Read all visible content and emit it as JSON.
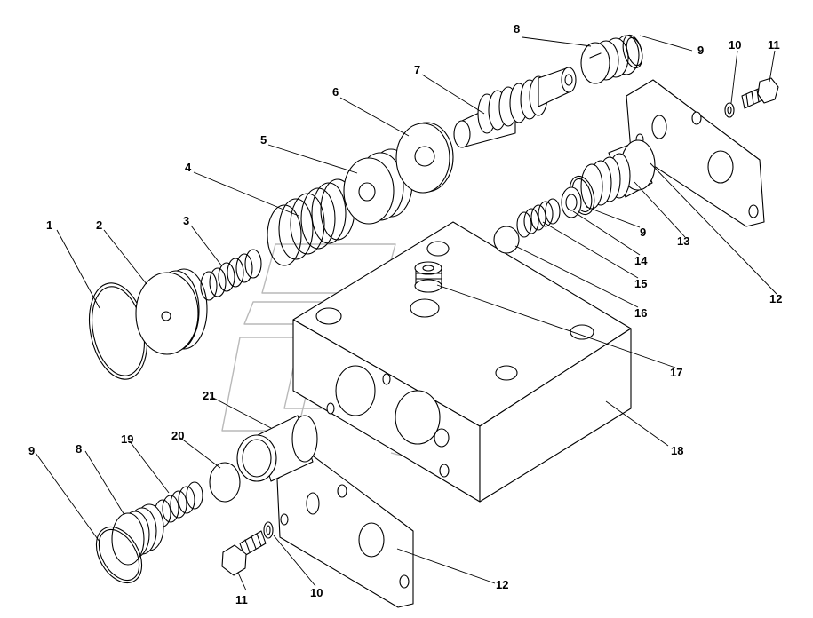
{
  "callouts": [
    {
      "id": "c1",
      "text": "1"
    },
    {
      "id": "c2",
      "text": "2"
    },
    {
      "id": "c3",
      "text": "3"
    },
    {
      "id": "c4",
      "text": "4"
    },
    {
      "id": "c5",
      "text": "5"
    },
    {
      "id": "c6",
      "text": "6"
    },
    {
      "id": "c7",
      "text": "7"
    },
    {
      "id": "c8a",
      "text": "8"
    },
    {
      "id": "c9a",
      "text": "9"
    },
    {
      "id": "c10a",
      "text": "10"
    },
    {
      "id": "c11a",
      "text": "11"
    },
    {
      "id": "c9b",
      "text": "9"
    },
    {
      "id": "c13",
      "text": "13"
    },
    {
      "id": "c12a",
      "text": "12"
    },
    {
      "id": "c14",
      "text": "14"
    },
    {
      "id": "c15",
      "text": "15"
    },
    {
      "id": "c16",
      "text": "16"
    },
    {
      "id": "c17",
      "text": "17"
    },
    {
      "id": "c18",
      "text": "18"
    },
    {
      "id": "c21",
      "text": "21"
    },
    {
      "id": "c20",
      "text": "20"
    },
    {
      "id": "c19",
      "text": "19"
    },
    {
      "id": "c8b",
      "text": "8"
    },
    {
      "id": "c9c",
      "text": "9"
    },
    {
      "id": "c11b",
      "text": "11"
    },
    {
      "id": "c10b",
      "text": "10"
    },
    {
      "id": "c12b",
      "text": "12"
    }
  ]
}
